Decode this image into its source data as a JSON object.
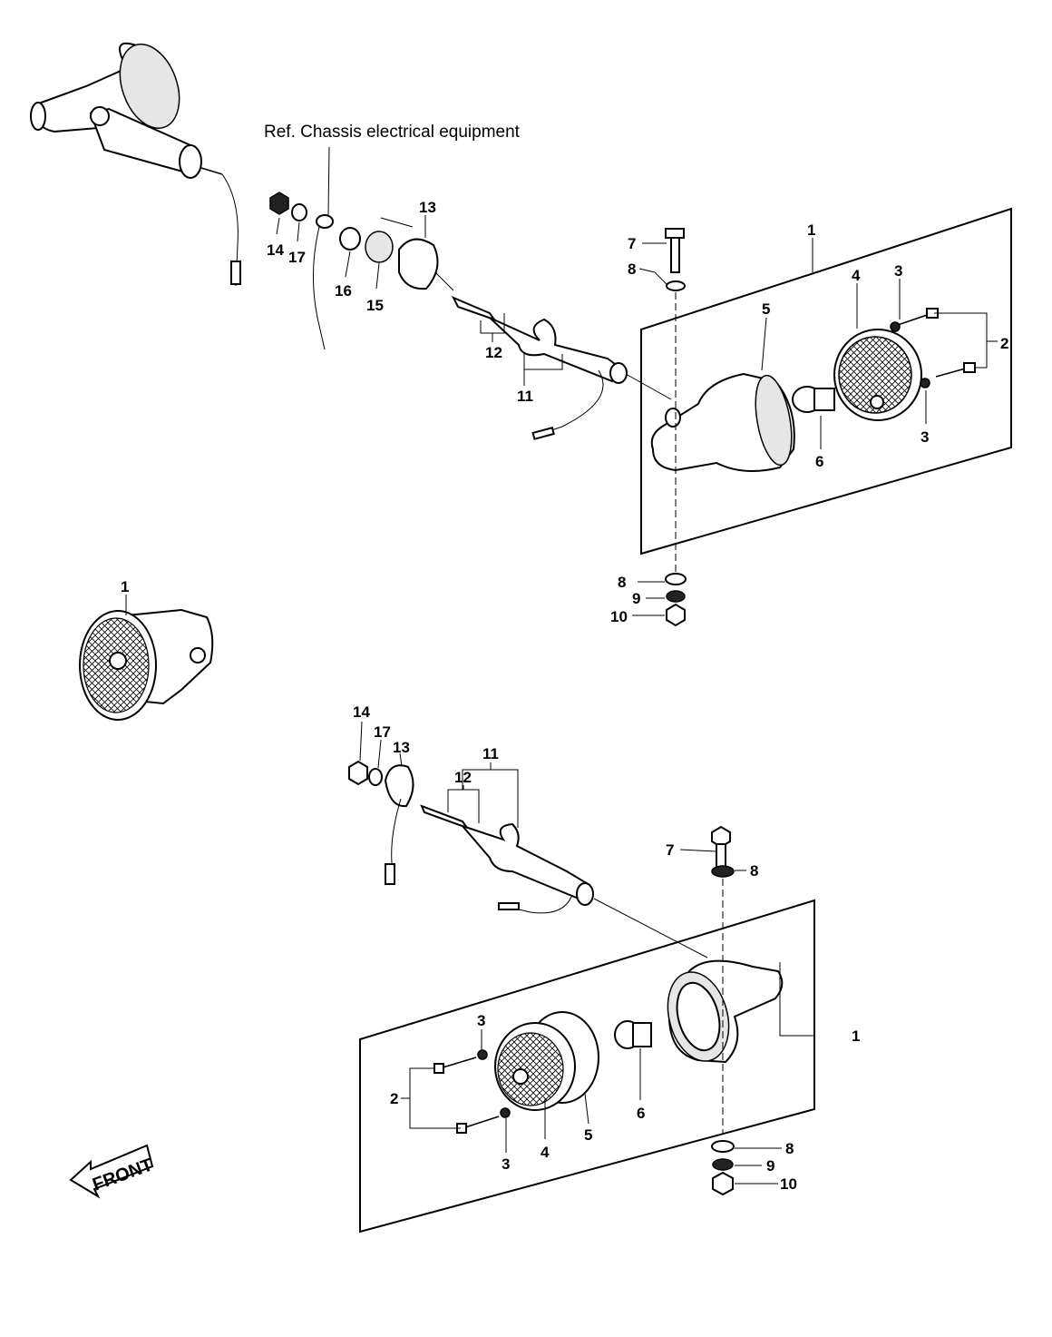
{
  "reference_note": "Ref. Chassis electrical equipment",
  "front_label": "FRONT",
  "callouts": {
    "top_1": "1",
    "top_2": "2",
    "top_3a": "3",
    "top_3b": "3",
    "top_4": "4",
    "top_5": "5",
    "top_6": "6",
    "top_7": "7",
    "top_8a": "8",
    "top_8b": "8",
    "top_9": "9",
    "top_10": "10",
    "top_11": "11",
    "top_12": "12",
    "top_13": "13",
    "top_14": "14",
    "top_15": "15",
    "top_16": "16",
    "top_17": "17",
    "mid_1": "1",
    "bot_1": "1",
    "bot_2": "2",
    "bot_3a": "3",
    "bot_3b": "3",
    "bot_4": "4",
    "bot_5": "5",
    "bot_6": "6",
    "bot_7": "7",
    "bot_8a": "8",
    "bot_8b": "8",
    "bot_9": "9",
    "bot_10": "10",
    "bot_11": "11",
    "bot_12": "12",
    "bot_13": "13",
    "bot_14": "14",
    "bot_17": "17"
  }
}
